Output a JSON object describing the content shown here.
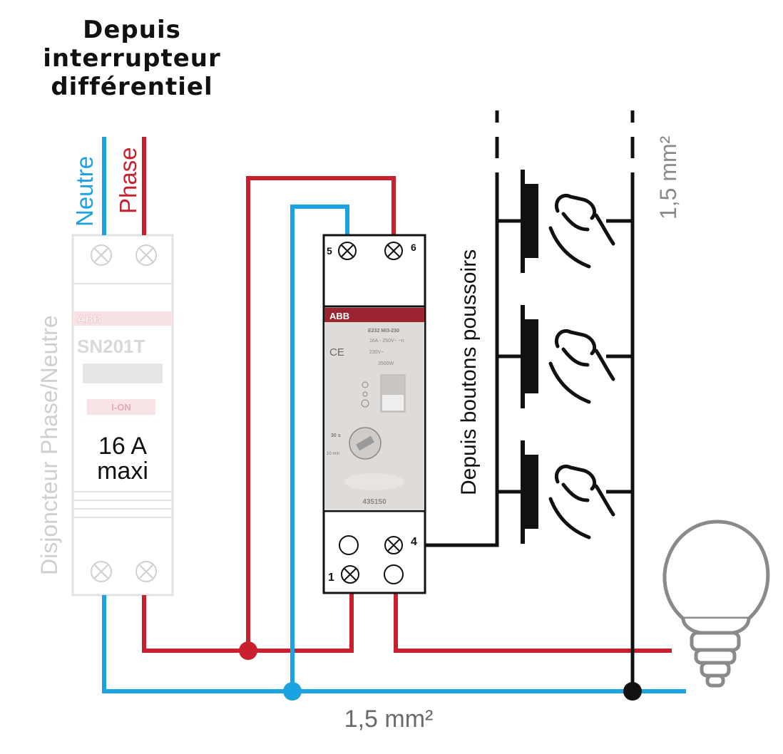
{
  "title": [
    "Depuis",
    "interrupteur",
    "différentiel"
  ],
  "labels": {
    "neutre": "Neutre",
    "phase": "Phase",
    "breaker_caption": "Disjoncteur Phase/Neutre",
    "pushbuttons_caption": "Depuis boutons poussoirs",
    "section_vertical": "1,5 mm²",
    "section_bottom": "1,5 mm²"
  },
  "breaker": {
    "brand": "ABB",
    "model": "SN201T",
    "badge": "I-ON",
    "rating_line1": "16 A",
    "rating_line2": "maxi"
  },
  "relay": {
    "brand": "ABB",
    "ce": "CE",
    "spec_lines": [
      "E232 MI3-230",
      "16A - 250V~ ~n",
      "230V~",
      "3500W"
    ],
    "timer_label_1": "30 s",
    "timer_label_2": "10 min",
    "part_number": "435150",
    "terminals": {
      "t5": "5",
      "t6": "6",
      "t4": "4",
      "t1": "1"
    }
  },
  "colors": {
    "phase": "#c8202e",
    "neutral": "#1aa3e0",
    "return": "#111111",
    "faded": "#cfcfcf"
  },
  "icons": {
    "pushbutton": "pushbutton-icon",
    "finger": "finger-press-icon",
    "lamp": "light-bulb-icon",
    "terminal": "terminal-screw-icon"
  }
}
